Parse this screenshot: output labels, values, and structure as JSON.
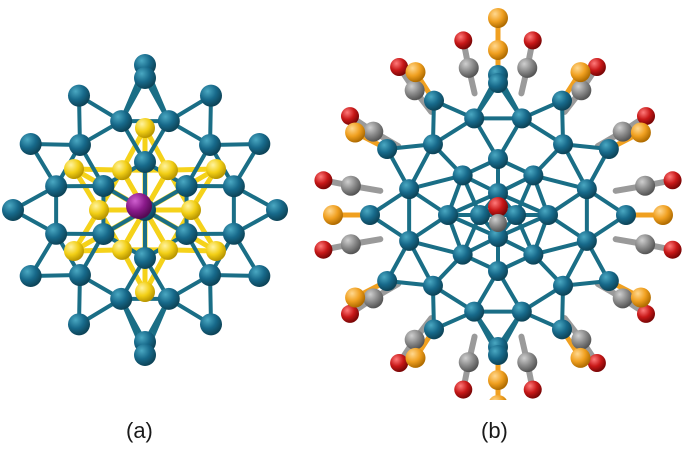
{
  "panels": [
    {
      "label": "(a)",
      "atoms": [
        {
          "element": "teal",
          "color": "#1a6e86"
        },
        {
          "element": "gold",
          "color": "#f5d21a"
        },
        {
          "element": "purple",
          "color": "#8a1a8a"
        }
      ]
    },
    {
      "label": "(b)",
      "atoms": [
        {
          "element": "teal",
          "color": "#1a6e86"
        },
        {
          "element": "orange",
          "color": "#f0a020"
        },
        {
          "element": "gray",
          "color": "#8a8a8a"
        },
        {
          "element": "red",
          "color": "#c81818"
        }
      ]
    }
  ],
  "colors": {
    "bond_teal": "#1a6e86",
    "bond_gold": "#f5d21a",
    "bond_orange": "#f0a020",
    "bond_gray": "#9a9a9a"
  }
}
